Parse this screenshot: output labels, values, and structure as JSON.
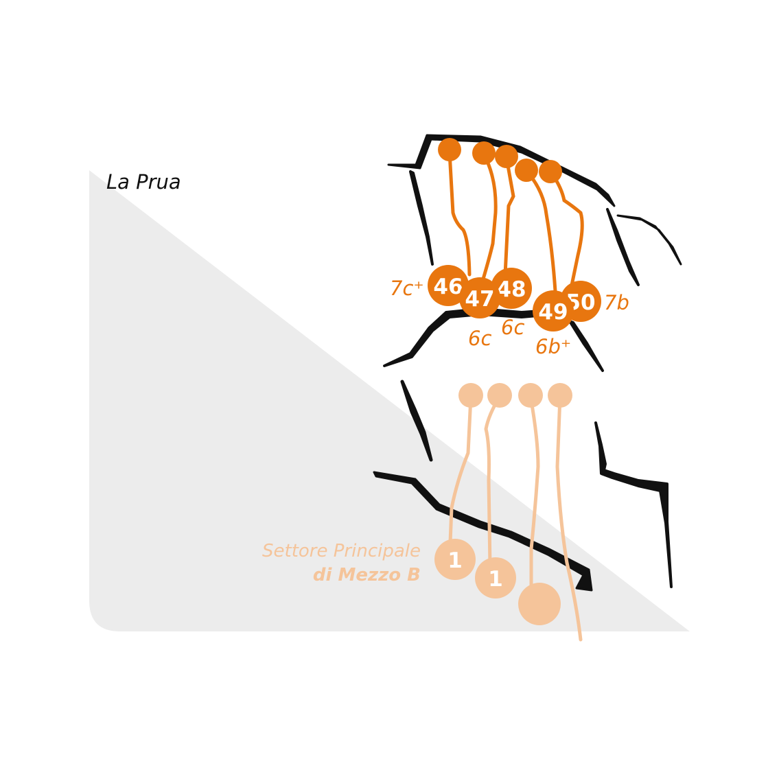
{
  "sector": {
    "title": "La Prua"
  },
  "colors": {
    "route": "#e8760f",
    "route_faded": "#f5c49a",
    "rock": "#111111",
    "background_panel": "#ececec",
    "label_white": "#ffffff"
  },
  "routes": [
    {
      "number": "46",
      "grade": "7c⁺"
    },
    {
      "number": "47",
      "grade": "6c"
    },
    {
      "number": "48",
      "grade": "6c"
    },
    {
      "number": "49",
      "grade": "6b⁺"
    },
    {
      "number": "50",
      "grade": "7b"
    }
  ],
  "lower_sector": {
    "line1": "Settore Principale",
    "line2": "di Mezzo B",
    "markers": [
      "1",
      "1"
    ]
  }
}
